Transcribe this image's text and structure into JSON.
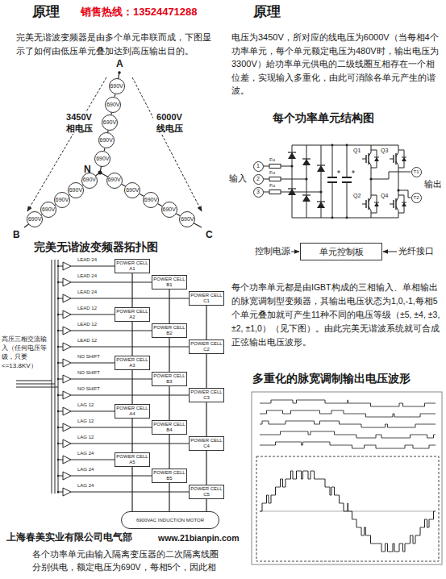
{
  "diagram": {
    "nodes": [
      {
        "text": [
          "690V"
        ]
      },
      {
        "text": [
          "690V"
        ]
      },
      {
        "text": [
          "690V"
        ]
      },
      {
        "text": [
          "690V"
        ]
      },
      {
        "text": [
          "690V"
        ]
      },
      {
        "text": [
          "690V"
        ]
      },
      {
        "text": [
          "690V"
        ]
      },
      {
        "text": [
          "690V"
        ]
      },
      {
        "text": [
          "690V"
        ]
      },
      {
        "text": [
          "690V"
        ]
      },
      {
        "text": [
          "690V"
        ]
      },
      {
        "text": [
          "690V"
        ]
      },
      {
        "text": [
          "690V"
        ]
      },
      {
        "text": [
          "690V"
        ]
      },
      {
        "text": [
          "690V"
        ]
      },
      {
        "text": [
          "POWER CELL A1"
        ]
      },
      {
        "text": [
          "POWER CELL B1"
        ]
      },
      {
        "text": [
          "POWER CELL C1"
        ]
      },
      {
        "text": [
          "POWER CELL A2"
        ]
      },
      {
        "text": [
          "POWER CELL B2"
        ]
      },
      {
        "text": [
          "POWER CELL C2"
        ]
      },
      {
        "text": [
          "POWER CELL A3"
        ]
      },
      {
        "text": [
          "POWER CELL B3"
        ]
      },
      {
        "text": [
          "POWER CELL C3"
        ]
      },
      {
        "text": [
          "POWER CELL A4"
        ]
      },
      {
        "text": [
          "POWER CELL B4"
        ]
      },
      {
        "text": [
          "POWER CELL C4"
        ]
      },
      {
        "text": [
          "POWER CELL A5"
        ]
      },
      {
        "text": [
          "POWER CELL B5"
        ]
      },
      {
        "text": [
          "POWER CELL C5"
        ]
      },
      {
        "text": [
          "6900VAC INDUCTION MOTOR"
        ]
      },
      {
        "text": [
          "1"
        ]
      },
      {
        "text": [
          "2"
        ]
      },
      {
        "text": [
          "3"
        ]
      },
      {
        "text": [
          "T1"
        ]
      },
      {
        "text": [
          "T2"
        ]
      },
      {
        "text": [
          "单元控制板"
        ]
      }
    ],
    "edges": [
      {
        "from": 0,
        "to": 1,
        "arrow": "none"
      },
      {
        "from": 1,
        "to": 2,
        "arrow": "none"
      },
      {
        "from": 2,
        "to": 3,
        "arrow": "none"
      },
      {
        "from": 3,
        "to": 4,
        "arrow": "none"
      },
      {
        "from": 5,
        "to": 6,
        "arrow": "none"
      },
      {
        "from": 6,
        "to": 7,
        "arrow": "none"
      },
      {
        "from": 7,
        "to": 8,
        "arrow": "none"
      },
      {
        "from": 8,
        "to": 9,
        "arrow": "none"
      },
      {
        "from": 10,
        "to": 11,
        "arrow": "none"
      },
      {
        "from": 11,
        "to": 12,
        "arrow": "none"
      },
      {
        "from": 12,
        "to": 13,
        "arrow": "none"
      },
      {
        "from": 13,
        "to": 14,
        "arrow": "none"
      },
      {
        "from": 15,
        "to": 18,
        "arrow": "none"
      },
      {
        "from": 18,
        "to": 21,
        "arrow": "none"
      },
      {
        "from": 21,
        "to": 24,
        "arrow": "none"
      },
      {
        "from": 24,
        "to": 27,
        "arrow": "none"
      },
      {
        "from": 27,
        "to": 30,
        "arrow": "none"
      },
      {
        "from": 16,
        "to": 19,
        "arrow": "none"
      },
      {
        "from": 19,
        "to": 22,
        "arrow": "none"
      },
      {
        "from": 22,
        "to": 25,
        "arrow": "none"
      },
      {
        "from": 25,
        "to": 28,
        "arrow": "none"
      },
      {
        "from": 28,
        "to": 30,
        "arrow": "none"
      },
      {
        "from": 17,
        "to": 20,
        "arrow": "none"
      },
      {
        "from": 20,
        "to": 23,
        "arrow": "none"
      },
      {
        "from": 23,
        "to": 26,
        "arrow": "none"
      },
      {
        "from": 26,
        "to": 29,
        "arrow": "none"
      },
      {
        "from": 29,
        "to": 30,
        "arrow": "none"
      }
    ],
    "labels": [
      "原理",
      "销售热线：13524471288",
      "完美无谐波变频器是由多个单元串联而成，下图显示了如何由低压单元叠加达到高压输出目的。",
      "A",
      "N",
      "B",
      "C",
      "3450V 相电压",
      "6000V 线电压",
      "完美无谐波变频器拓扑图",
      "LEAD 24",
      "LEAD 24",
      "LEAD 24",
      "LEAD 12",
      "LEAD 12",
      "LEAD 12",
      "NO SHIFT",
      "NO SHIFT",
      "NO SHIFT",
      "LAG 12",
      "LAG 12",
      "LAG 12",
      "LAG 24",
      "LAG 24",
      "LAG 24",
      "高压三相交流输入（任何电压等级，只要<=13.8KV）",
      "上海春美实业有限公司电气部",
      "www.21bianpin.com",
      "各个功率单元由输入隔离变压器的二次隔离线圈分别供电，额定电压为690V，每相5个，因此相",
      "原理",
      "电压为3450V，所对应的线电压为6000V（当每相4个功率单元，每个单元额定电压为480V时，输出电压为3300V）給功率单元供电的二级线圈互相存在一个相位差，实现输入多重化，由此可消除各单元产生的谐波。",
      "每个功率单元结构图",
      "输入",
      "Fu",
      "Fu",
      "Fu",
      "Q1",
      "Q2",
      "Q3",
      "Q4",
      "输出",
      "控制电源",
      "光纤接口",
      "每个功率单元都是由IGBT构成的三相输入、单相输出的脉宽调制型变频器，其输出电压状态为1,0,-1,每相5个单元叠加就可产生11种不同的电压等级（±5, ±4, ±3, ±2, ±1,0）（见下图）。由此完美无谐波系统就可合成正弦输出电压波形。",
      "多重化的脉宽调制输出电压波形"
    ]
  }
}
